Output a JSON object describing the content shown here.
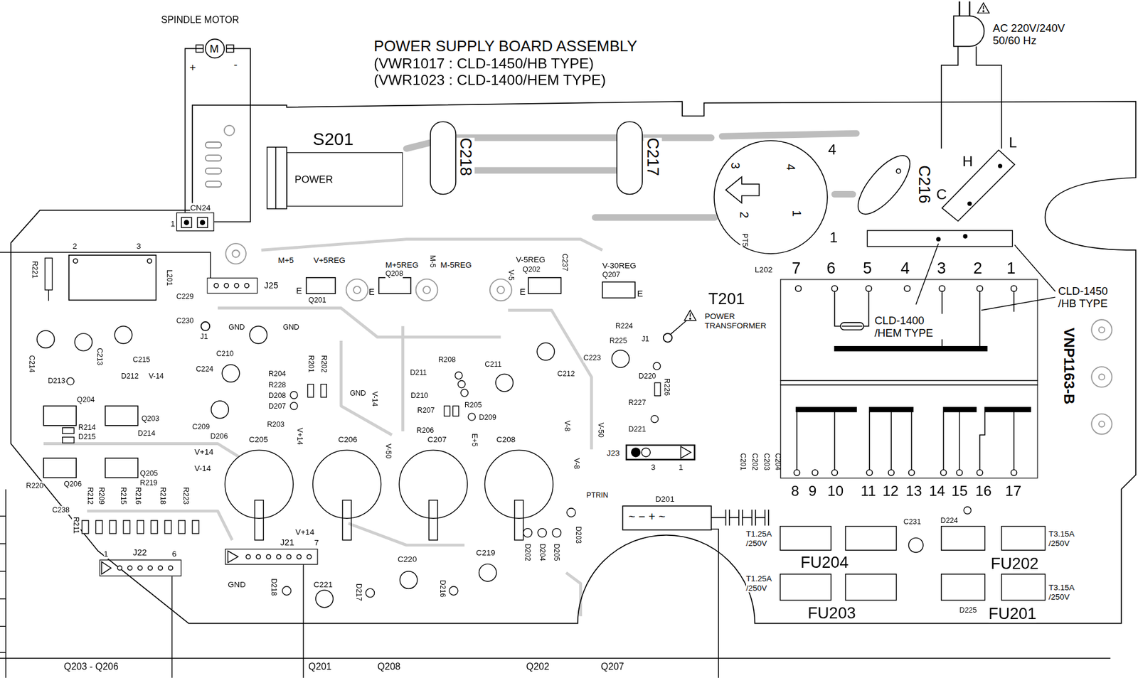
{
  "diagram": {
    "title": "POWER SUPPLY BOARD ASSEMBLY",
    "nodes": [
      {
        "text": [
          "SPINDLE MOTOR",
          "M"
        ]
      },
      {
        "text": [
          "CN24"
        ]
      },
      {
        "text": [
          "S201",
          "POWER"
        ]
      },
      {
        "text": [
          "AC 220V/240V 50/60 Hz"
        ]
      },
      {
        "text": [
          "H",
          "C",
          "L"
        ]
      },
      {
        "text": [
          "T201",
          "POWER TRANSFORMER"
        ]
      },
      {
        "text": [
          "J25"
        ]
      },
      {
        "text": [
          "J21"
        ]
      },
      {
        "text": [
          "J22"
        ]
      },
      {
        "text": [
          "J23"
        ]
      }
    ],
    "edges": [
      {
        "from": 0,
        "to": 1,
        "arrow": "none",
        "label": "+"
      },
      {
        "from": 0,
        "to": 1,
        "arrow": "none",
        "label": "-"
      },
      {
        "from": 3,
        "to": 4,
        "arrow": "none"
      },
      {
        "from": 3,
        "to": 4,
        "arrow": "none"
      }
    ],
    "labels": [
      "(VWR1017 : CLD-1450/HB TYPE)",
      "(VWR1023 : CLD-1400/HEM TYPE)",
      "C218",
      "C217",
      "C216",
      "L202",
      "PT5",
      "3",
      "4",
      "2",
      "1",
      "4",
      "1",
      "7",
      "6",
      "5",
      "4",
      "3",
      "2",
      "1",
      "8",
      "9",
      "10",
      "11",
      "12",
      "13",
      "14",
      "15",
      "16",
      "17",
      "CLD-1450 /HB TYPE",
      "CLD-1400 /HEM TYPE",
      "VNP1163-B",
      "T1.25A /250V",
      "T1.25A /250V",
      "T3.15A /250V",
      "T3.15A /250V",
      "FU204",
      "FU203",
      "FU202",
      "FU201",
      "D224",
      "D225",
      "C231",
      "D201",
      "~ − + ~",
      "C201",
      "C202",
      "C203",
      "C204",
      "PTRIN",
      "D203",
      "D202",
      "D204",
      "D205",
      "C205",
      "C206",
      "C207",
      "C208",
      "C220",
      "C219",
      "C221",
      "D218",
      "D217",
      "D216",
      "GND",
      "V+14",
      "7",
      "1",
      "6",
      "R211",
      "R212",
      "R209",
      "R215",
      "R216",
      "R218",
      "R223",
      "C238",
      "R220",
      "Q206",
      "R219",
      "Q205",
      "V+14",
      "V-14",
      "D214",
      "R214",
      "D215",
      "Q203",
      "Q204",
      "D213",
      "D212",
      "V-14",
      "C214",
      "C213",
      "C215",
      "C210",
      "C224",
      "C209",
      "D206",
      "R204",
      "R228",
      "D208",
      "D207",
      "R203",
      "R201",
      "R202",
      "GND",
      "D211",
      "R208",
      "D210",
      "R207",
      "R206",
      "R205",
      "D209",
      "C211",
      "C212",
      "C223",
      "R224",
      "R225",
      "J1",
      "D220",
      "R226",
      "R227",
      "D221",
      "V-50",
      "E+5",
      "V-8",
      "V-8",
      "V-50",
      "V+14",
      "V-14",
      "C229",
      "C230",
      "J1",
      "GND",
      "GND",
      "M+5",
      "V+5REG",
      "M+5REG",
      "M-5",
      "M-5REG",
      "Q208",
      "V-5REG",
      "Q202",
      "V-5",
      "C237",
      "V-30REG",
      "Q207",
      "E",
      "E",
      "E",
      "E",
      "Q201",
      "R221",
      "L201",
      "2",
      "3",
      "1",
      "Q203 - Q206",
      "Q201",
      "Q208",
      "Q202",
      "Q207",
      "3",
      "1"
    ]
  }
}
